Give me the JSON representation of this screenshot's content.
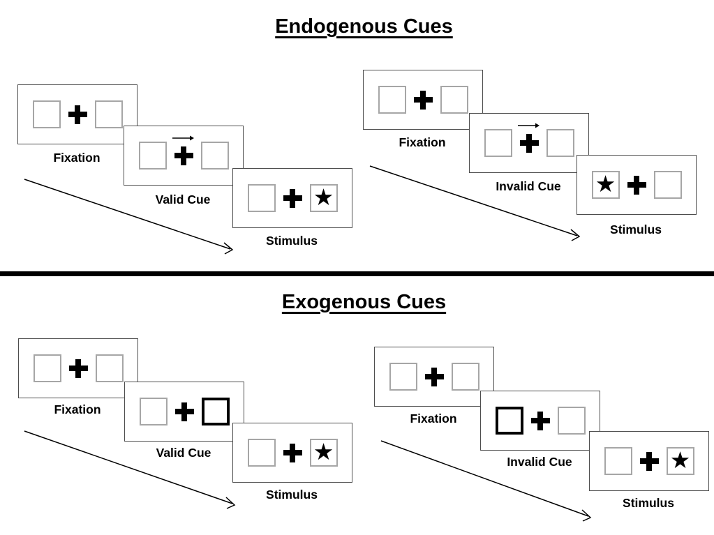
{
  "diagram": {
    "background": "#ffffff",
    "colors": {
      "ink": "#000000",
      "panel_border": "#4d4d4d",
      "square_border": "#a6a6a6",
      "cue_box_border": "#000000"
    },
    "icons": {
      "target_star": "★",
      "fixation_cross": "plus-shape",
      "cue_arrow": "thin-right-arrow",
      "sequence_arrow": "long-diagonal-arrow-down-right"
    },
    "sections": [
      {
        "title": "Endogenous Cues",
        "sequences": [
          {
            "name": "valid",
            "cue_style": "central-arrow-right",
            "target_side": "right",
            "panels": [
              {
                "label": "Fixation"
              },
              {
                "label": "Valid Cue"
              },
              {
                "label": "Stimulus"
              }
            ]
          },
          {
            "name": "invalid",
            "cue_style": "central-arrow-right",
            "target_side": "left",
            "panels": [
              {
                "label": "Fixation"
              },
              {
                "label": "Invalid Cue"
              },
              {
                "label": "Stimulus"
              }
            ]
          }
        ]
      },
      {
        "title": "Exogenous Cues",
        "sequences": [
          {
            "name": "valid",
            "cue_style": "peripheral-box-right",
            "target_side": "right",
            "panels": [
              {
                "label": "Fixation"
              },
              {
                "label": "Valid Cue"
              },
              {
                "label": "Stimulus"
              }
            ]
          },
          {
            "name": "invalid",
            "cue_style": "peripheral-box-left",
            "target_side": "right",
            "panels": [
              {
                "label": "Fixation"
              },
              {
                "label": "Invalid Cue"
              },
              {
                "label": "Stimulus"
              }
            ]
          }
        ]
      }
    ]
  }
}
